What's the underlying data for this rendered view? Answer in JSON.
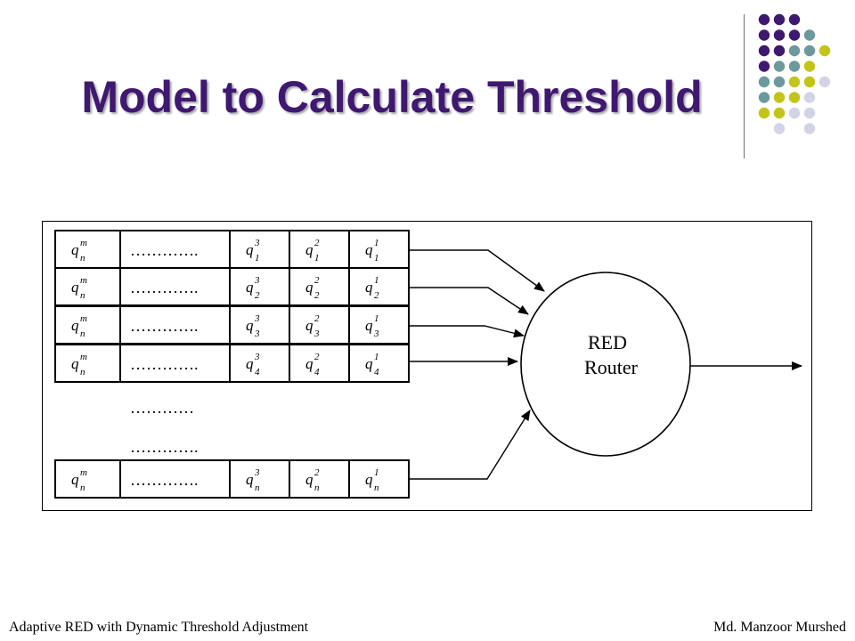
{
  "slide": {
    "title": "Model to Calculate Threshold",
    "footer_left": "Adaptive RED with Dynamic Threshold Adjustment",
    "footer_right": "Md. Manzoor Murshed"
  },
  "colors": {
    "title": "#3f1870",
    "dot_purple": "#3f1870",
    "dot_teal": "#6c9a9c",
    "dot_yellow": "#c3c418",
    "dot_lavender": "#d3d3e8"
  },
  "decor_dot_grid": [
    [
      "purple",
      "purple",
      "purple",
      "",
      ""
    ],
    [
      "purple",
      "purple",
      "purple",
      "teal",
      ""
    ],
    [
      "purple",
      "purple",
      "teal",
      "teal",
      "yellow"
    ],
    [
      "purple",
      "teal",
      "teal",
      "yellow",
      ""
    ],
    [
      "teal",
      "teal",
      "yellow",
      "yellow",
      "lavender"
    ],
    [
      "teal",
      "yellow",
      "yellow",
      "lavender",
      ""
    ],
    [
      "yellow",
      "yellow",
      "lavender",
      "lavender",
      ""
    ],
    [
      "",
      "lavender",
      "",
      "lavender",
      ""
    ]
  ],
  "diagram": {
    "router_label_line1": "RED",
    "router_label_line2": "Router",
    "queue_rows": [
      {
        "cells": [
          {
            "b": "q",
            "sup": "m",
            "sub": "n"
          },
          {
            "dots": "…………."
          },
          {
            "b": "q",
            "sup": "3",
            "sub": "1"
          },
          {
            "b": "q",
            "sup": "2",
            "sub": "1"
          },
          {
            "b": "q",
            "sup": "1",
            "sub": "1"
          }
        ]
      },
      {
        "cells": [
          {
            "b": "q",
            "sup": "m",
            "sub": "n"
          },
          {
            "dots": "…………."
          },
          {
            "b": "q",
            "sup": "3",
            "sub": "2"
          },
          {
            "b": "q",
            "sup": "2",
            "sub": "2"
          },
          {
            "b": "q",
            "sup": "1",
            "sub": "2"
          }
        ]
      },
      {
        "cells": [
          {
            "b": "q",
            "sup": "m",
            "sub": "n"
          },
          {
            "dots": "…………."
          },
          {
            "b": "q",
            "sup": "3",
            "sub": "3"
          },
          {
            "b": "q",
            "sup": "2",
            "sub": "3"
          },
          {
            "b": "q",
            "sup": "1",
            "sub": "3"
          }
        ]
      },
      {
        "cells": [
          {
            "b": "q",
            "sup": "m",
            "sub": "n"
          },
          {
            "dots": "…………."
          },
          {
            "b": "q",
            "sup": "3",
            "sub": "4"
          },
          {
            "b": "q",
            "sup": "2",
            "sub": "4"
          },
          {
            "b": "q",
            "sup": "1",
            "sub": "4"
          }
        ]
      },
      {
        "cells": [
          {
            "b": "q",
            "sup": "m",
            "sub": "n"
          },
          {
            "dots": "…………."
          },
          {
            "b": "q",
            "sup": "3",
            "sub": "n"
          },
          {
            "b": "q",
            "sup": "2",
            "sub": "n"
          },
          {
            "b": "q",
            "sup": "1",
            "sub": "n"
          }
        ]
      }
    ],
    "gap_dots": [
      "…………",
      "…………."
    ]
  }
}
